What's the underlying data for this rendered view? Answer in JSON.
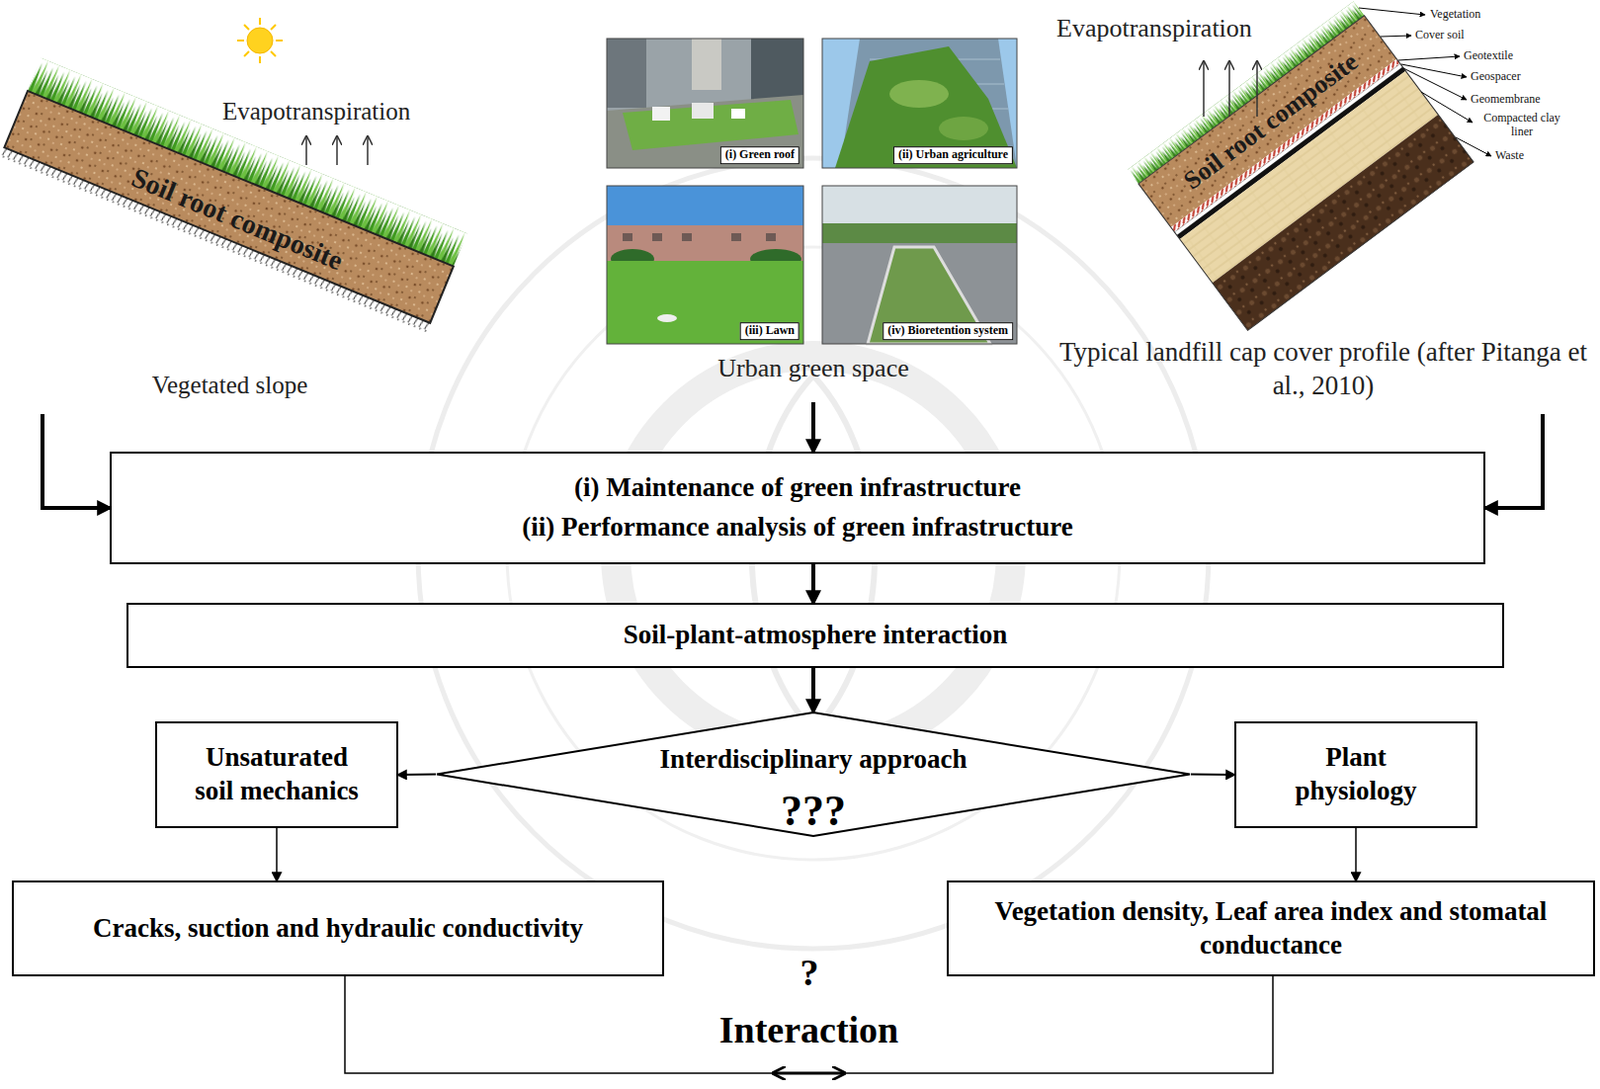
{
  "diagram": {
    "nodes": [
      {
        "text": [
          "Vegetated slope"
        ]
      },
      {
        "text": [
          "Urban green space"
        ]
      },
      {
        "text": [
          "Typical landfill cap cover profile (after Pitanga et al., 2010)"
        ]
      },
      {
        "text": [
          "(i) Maintenance of green infrastructure",
          "(ii) Performance analysis of green infrastructure"
        ]
      },
      {
        "text": [
          "Soil-plant-atmosphere interaction"
        ]
      },
      {
        "text": [
          "Interdisciplinary approach",
          "???"
        ]
      },
      {
        "text": [
          "Unsaturated soil mechanics"
        ]
      },
      {
        "text": [
          "Plant physiology"
        ]
      },
      {
        "text": [
          "Cracks, suction and hydraulic conductivity"
        ]
      },
      {
        "text": [
          "Vegetation density, Leaf area index and stomatal conductance"
        ]
      }
    ],
    "edges": [
      {
        "from": 0,
        "to": 3,
        "arrow": "to"
      },
      {
        "from": 1,
        "to": 3,
        "arrow": "to"
      },
      {
        "from": 2,
        "to": 3,
        "arrow": "to"
      },
      {
        "from": 3,
        "to": 4,
        "arrow": "to"
      },
      {
        "from": 4,
        "to": 5,
        "arrow": "to"
      },
      {
        "from": 5,
        "to": 6,
        "arrow": "to"
      },
      {
        "from": 5,
        "to": 7,
        "arrow": "to"
      },
      {
        "from": 6,
        "to": 8,
        "arrow": "to"
      },
      {
        "from": 7,
        "to": 9,
        "arrow": "to"
      },
      {
        "from": 8,
        "to": 9,
        "label": "Interaction",
        "arrow": "both"
      }
    ],
    "labels": [
      "Evapotranspiration",
      "Soil root composite",
      "(i) Green roof",
      "(ii) Urban agriculture",
      "(iii) Lawn",
      "(iv) Bioretention system",
      "Evapotranspiration",
      "Soil root composite",
      "Vegetation",
      "Cover soil",
      "Geotextile",
      "Geospacer",
      "Geomembrane",
      "Compacted clay liner",
      "Waste",
      "?"
    ]
  }
}
